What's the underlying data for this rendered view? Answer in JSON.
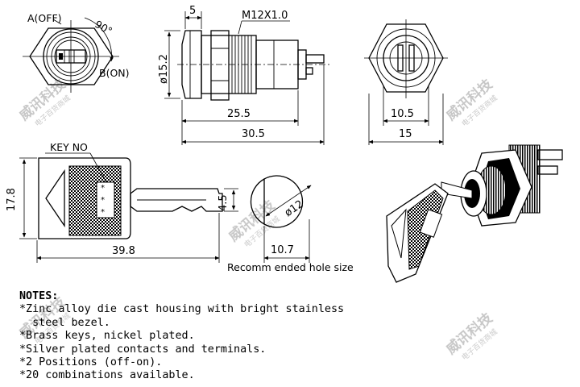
{
  "labels": {
    "a_off": "A(OFF)",
    "b_on": "B(ON)",
    "angle": "90°",
    "thread": "M12X1.0",
    "dim_5": "5",
    "dim_152": "ø15.2",
    "dim_255": "25.5",
    "dim_305": "30.5",
    "dim_105": "10.5",
    "dim_15": "15",
    "key_no": "KEY NO",
    "dim_178": "17.8",
    "dim_45": "4.5",
    "dim_398": "39.8",
    "dim_12": "ø12",
    "dim_107": "10.7",
    "hole_caption": "Recomm ended hole size"
  },
  "watermark": {
    "line1": "威讯科技",
    "line2": "电子百货商城",
    "color": "#e84d4d"
  },
  "notes": {
    "title": "NOTES:",
    "lines": [
      "*Zinc alloy die cast housing with bright stainless",
      "  steel bezel.",
      "*Brass keys, nickel plated.",
      "*Silver plated contacts and terminals.",
      "*2 Positions (off-on).",
      "*20 combinations available."
    ]
  }
}
